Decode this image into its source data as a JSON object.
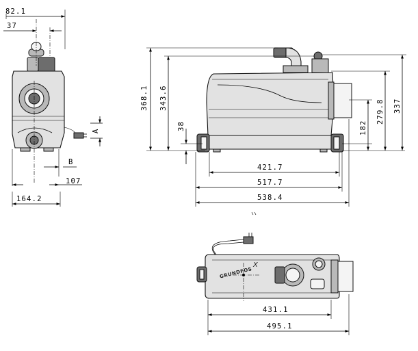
{
  "dimensions": {
    "d_82_1": "82.1",
    "d_37": "37",
    "d_368_1": "368.1",
    "d_343_6": "343.6",
    "d_38": "38",
    "d_182": "182",
    "d_279_8": "279.8",
    "d_337": "337",
    "d_421_7": "421.7",
    "d_517_7": "517.7",
    "d_538_4": "538.4",
    "d_107": "107",
    "d_164_2": "164.2",
    "d_431_1": "431.1",
    "d_495_1": "495.1"
  },
  "labels": {
    "a": "A",
    "b": "B",
    "brand": "GRUNDFOS"
  },
  "colors": {
    "line": "#000000",
    "body": "#e2e2e2",
    "dark": "#6d6d6d"
  }
}
